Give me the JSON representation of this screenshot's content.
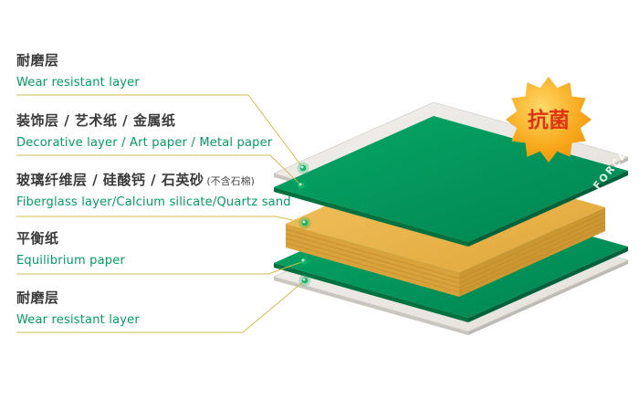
{
  "labels": [
    {
      "zh": "耐磨层",
      "en": "Wear resistant layer"
    },
    {
      "zh": "装饰层 / 艺术纸 / 金属纸",
      "en": "Decorative layer / Art paper / Metal paper"
    },
    {
      "zh": "玻璃纤维层 / 硅酸钙 / 石英砂",
      "zh_note": "(不含石棉)",
      "en": "Fiberglass layer/Calcium silicate/Quartz sand"
    },
    {
      "zh": "平衡纸",
      "en": "Equilibrium paper"
    },
    {
      "zh": "耐磨层",
      "en": "Wear resistant layer"
    }
  ],
  "badge": {
    "label": "抗菌"
  },
  "brand": {
    "label": "FORCA"
  },
  "colors": {
    "label_zh": "#3a3a3a",
    "label_en": "#009e5f",
    "leader_line": "#cdbe4e",
    "dot": "#19b56a",
    "green_layer": "#00985c",
    "green_layer_edge": "#006b3f",
    "core_top": "#eab84d",
    "core_side": "#d9a23a",
    "white_layer": "#edebe6",
    "white_layer_edge": "#c9c6bf",
    "badge_fill": "#f7a81b",
    "badge_text": "#dd3413"
  }
}
